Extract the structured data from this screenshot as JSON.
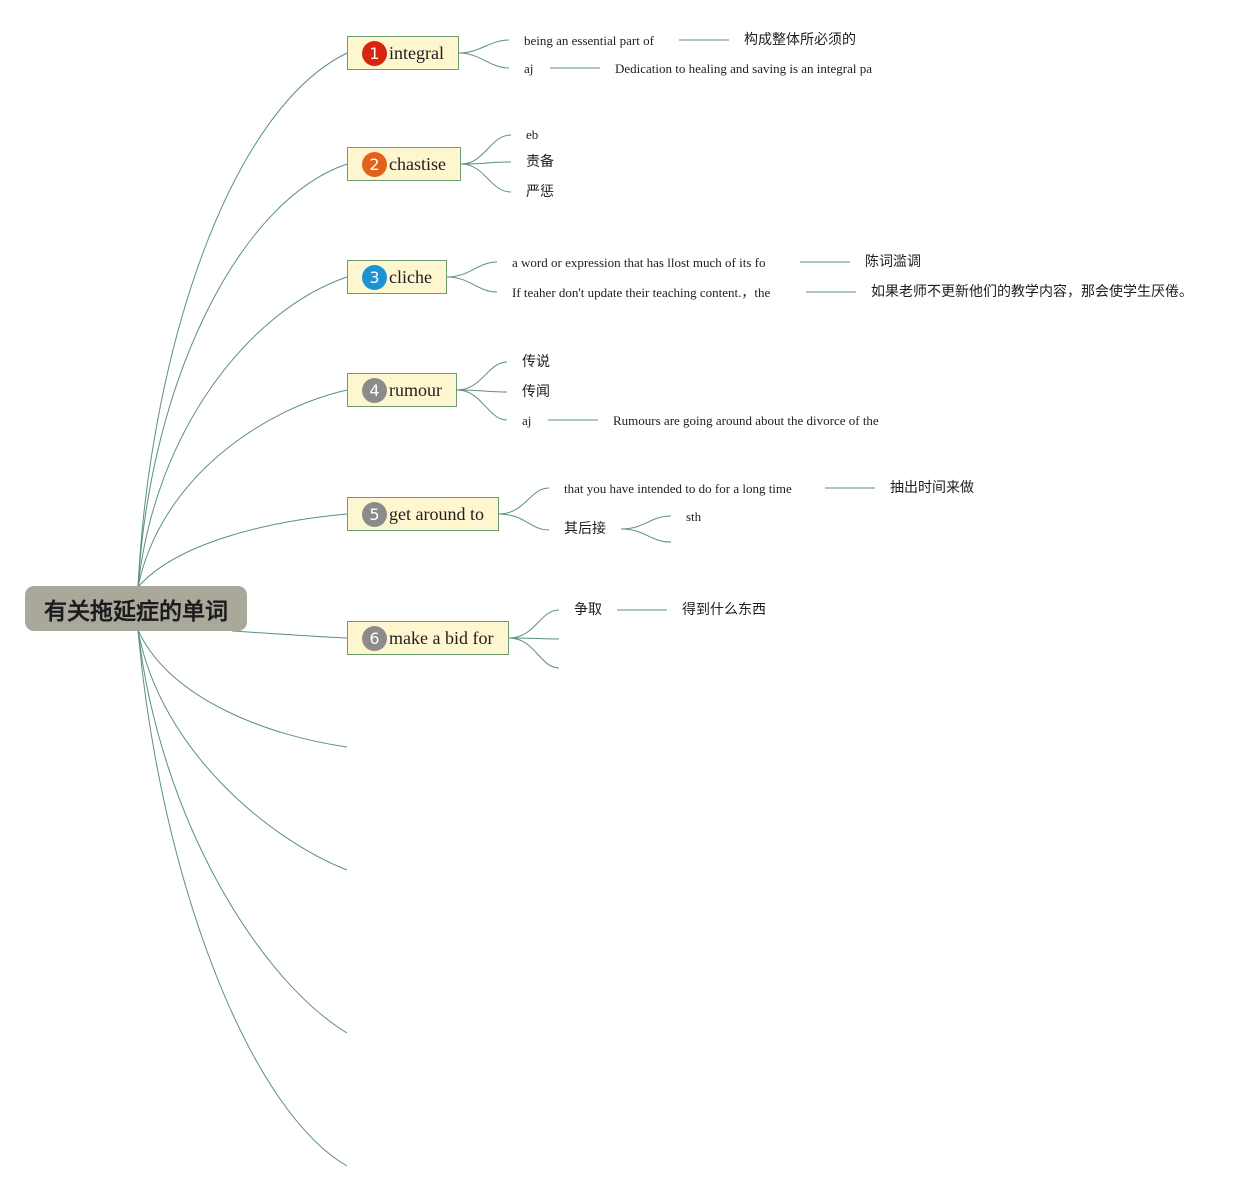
{
  "root": {
    "label": "有关拖延症的单词"
  },
  "colors": {
    "line": "#5b8f86",
    "topic_fill": "#fdf6cf",
    "topic_border": "#6e9a72",
    "root_fill": "#a9a89a",
    "badge_1": "#d7250f",
    "badge_2": "#e3611a",
    "badge_3": "#1e93d3",
    "badge_gray": "#8b8b8b"
  },
  "topics": [
    {
      "number": "1",
      "label": "integral",
      "details": [
        "being an essential part of",
        "构成整体所必须的",
        "aj",
        "Dedication to healing and saving is an integral pa"
      ]
    },
    {
      "number": "2",
      "label": "chastise",
      "details": [
        "eb",
        "责备",
        "严惩"
      ]
    },
    {
      "number": "3",
      "label": "cliche",
      "details": [
        "a word or expression that has llost much of its fo",
        "陈词滥调",
        "If teaher don't update their teaching content.，the",
        "如果老师不更新他们的教学内容，那会使学生厌倦。"
      ]
    },
    {
      "number": "4",
      "label": "rumour",
      "details": [
        "传说",
        "传闻",
        "aj",
        "Rumours are going around about the divorce of the"
      ]
    },
    {
      "number": "5",
      "label": "get around to",
      "details": [
        "that you have intended to do for a long time",
        "抽出时间来做",
        "其后接",
        "sth"
      ]
    },
    {
      "number": "6",
      "label": "make a bid for",
      "details": [
        "争取",
        "得到什么东西"
      ]
    }
  ]
}
